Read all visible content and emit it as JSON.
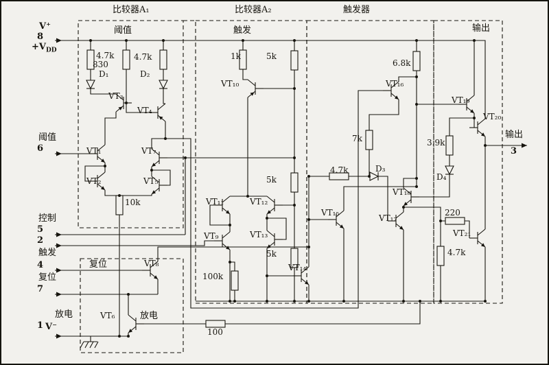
{
  "sections": {
    "comparator1": "比较器A₁",
    "comparator2": "比较器A₂",
    "flipflop": "触发器",
    "output": "输出",
    "reset_box": "复位"
  },
  "headers": {
    "threshold": "阈值",
    "trigger": "触发"
  },
  "pins": {
    "p8": {
      "num": "8",
      "rail": "V⁺",
      "supply_prefix": "+V",
      "supply_sub": "DD"
    },
    "p6": {
      "num": "6",
      "label": "阈值"
    },
    "p5": {
      "num": "5",
      "label": "控制"
    },
    "p2": {
      "num": "2",
      "label": "触发"
    },
    "p4": {
      "num": "4",
      "label": "复位"
    },
    "p7": {
      "num": "7",
      "label": "放电"
    },
    "p1": {
      "num": "1",
      "label": "V⁻"
    },
    "p3": {
      "num": "3",
      "label": "输出"
    }
  },
  "inner_labels": {
    "discharge": "放电"
  },
  "transistors": {
    "vt1": "VT₁",
    "vt2": "VT₂",
    "vt3": "VT₃",
    "vt4": "VT₄",
    "vt5": "VT₅",
    "vt6": "VT₆",
    "vt7": "VT₇",
    "vt8": "VT₈",
    "vt9": "VT₉",
    "vt10": "VT₁₀",
    "vt11": "VT₁₁",
    "vt12": "VT₁₂",
    "vt13": "VT₁₃",
    "vt14": "VT₁₄",
    "vt15": "VT₁₅",
    "vt16": "VT₁₆",
    "vt17": "VT₁₇",
    "vt18": "VT₁₈",
    "vt19": "VT₁₉",
    "vt20": "VT₂₀",
    "vt21": "VT₂₁"
  },
  "resistors": {
    "r_a1_left": "4.7k",
    "r_a1_mid": "830",
    "r_a1_right": "4.7k",
    "r_a1_tail": "10k",
    "r_a2_bias": "1k",
    "r_div_top": "5k",
    "r_div_mid": "5k",
    "r_div_bot": "5k",
    "r_a2_100k": "100k",
    "r_ff_68k": "6.8k",
    "r_ff_7k": "7k",
    "r_ff_47k": "4.7k",
    "r_out_39k": "3.9k",
    "r_out_220": "220",
    "r_out_47k": "4.7k",
    "r_100": "100"
  },
  "diodes": {
    "d1": "D₁",
    "d2": "D₂",
    "d3": "D₃",
    "d4": "D₄"
  }
}
